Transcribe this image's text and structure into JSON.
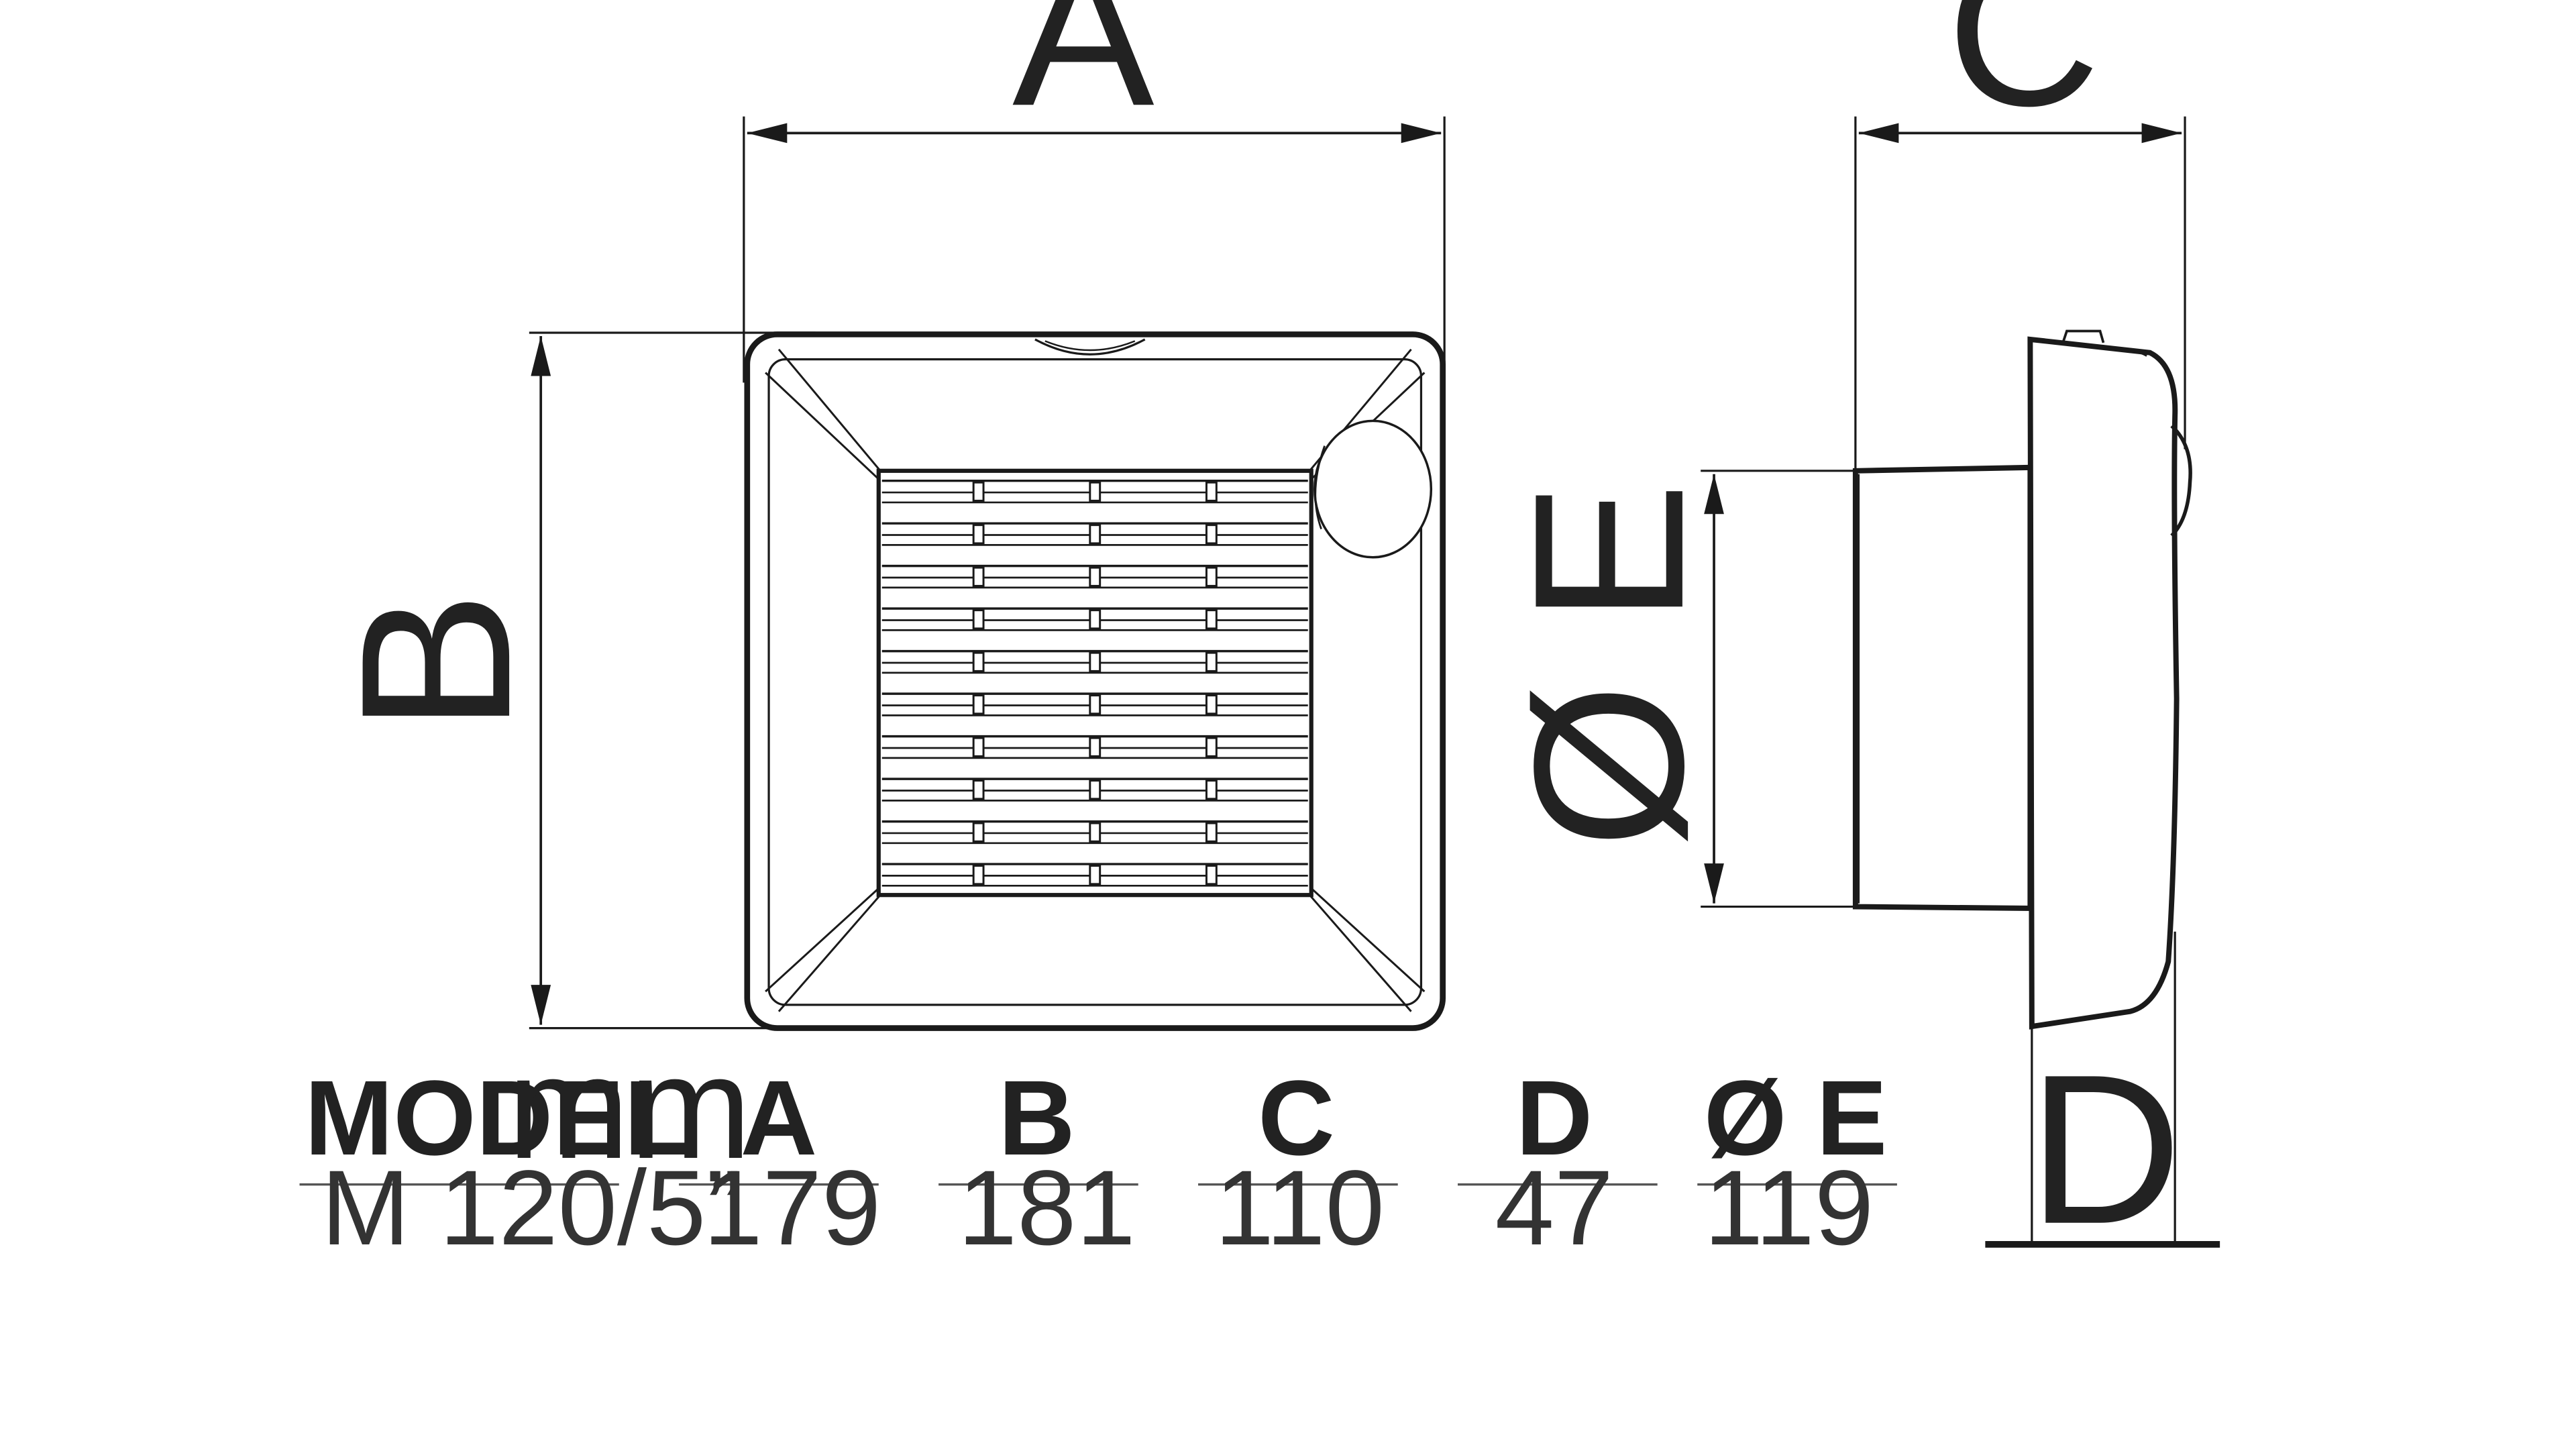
{
  "drawing": {
    "labels": {
      "a": "A",
      "b": "B",
      "c": "C",
      "d": "D",
      "e": "Ø E"
    }
  },
  "table": {
    "header": {
      "model": "MODEL",
      "unit": "mm",
      "a": "A",
      "b": "B",
      "c": "C",
      "d": "D",
      "e": "Ø E"
    },
    "rows": [
      {
        "model": "M 120/5”",
        "a": "179",
        "b": "181",
        "c": "110",
        "d": "47",
        "e": "119"
      }
    ]
  },
  "colors": {
    "line": "#1a1a1a",
    "text": "#222222"
  }
}
